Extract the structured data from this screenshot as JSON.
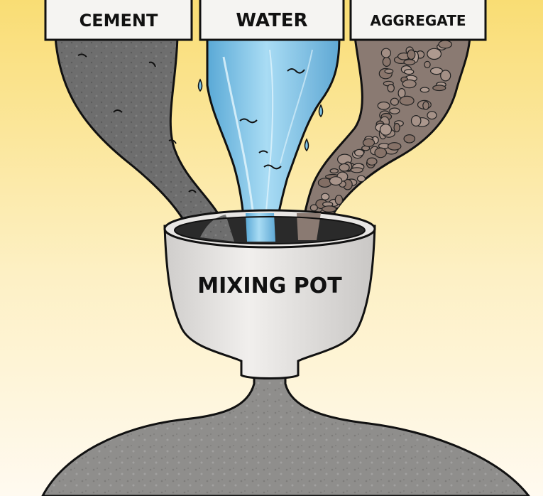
{
  "inputs": {
    "cement": {
      "label": "CEMENT"
    },
    "water": {
      "label": "WATER"
    },
    "aggregate": {
      "label": "AGGREGATE"
    }
  },
  "pot": {
    "label": "MIXING POT"
  },
  "colors": {
    "background_top": "#f9dd74",
    "background_bottom": "#fffaf0",
    "cement": "#6e6e6e",
    "water": "#7ec3e6",
    "aggregate": "#8a7a72",
    "pot": "#e8e6e4",
    "concrete": "#8f8e8c",
    "outline": "#111111"
  }
}
